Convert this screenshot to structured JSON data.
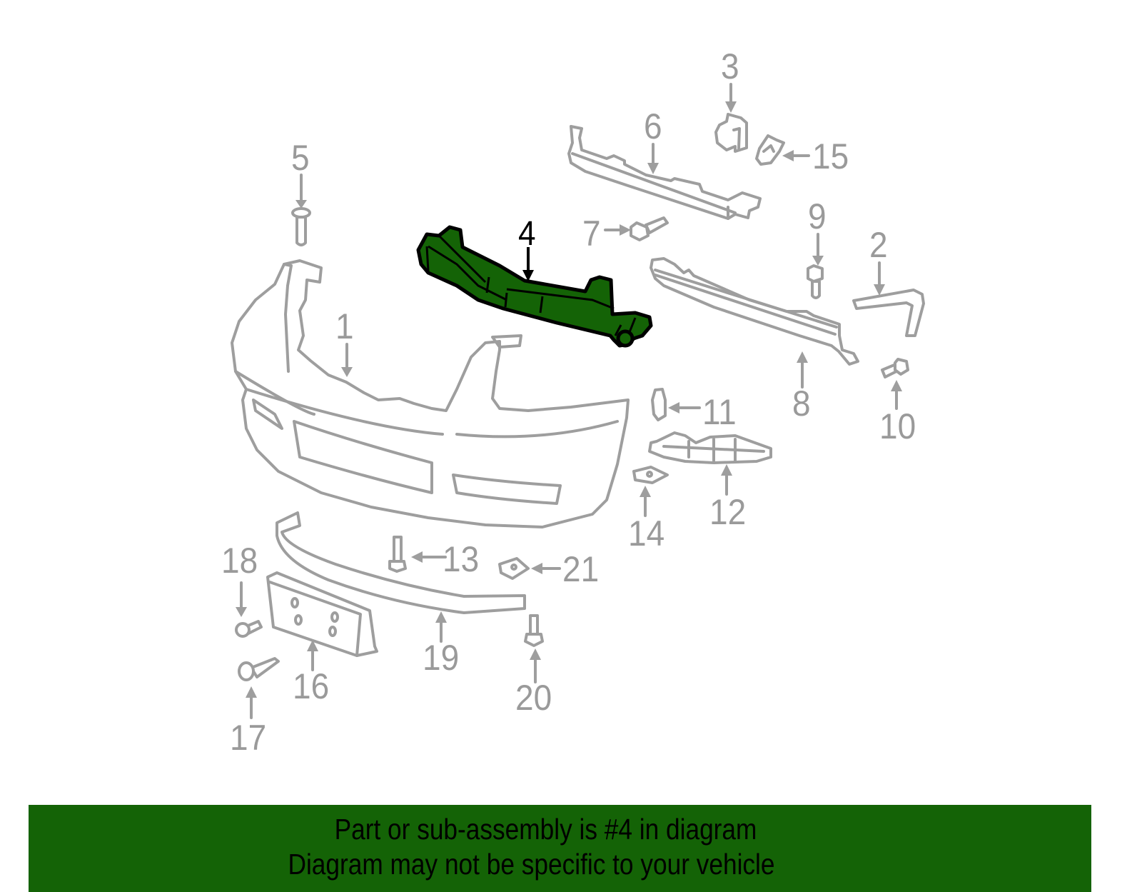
{
  "diagram": {
    "title": "Front bumper assembly exploded parts diagram",
    "highlighted_part": "4",
    "highlight_color": "#146306",
    "callout_color": "#9a9a9a",
    "callouts": [
      {
        "id": "1",
        "label": "1",
        "part": "bumper-cover"
      },
      {
        "id": "2",
        "label": "2",
        "part": "bracket"
      },
      {
        "id": "3",
        "label": "3",
        "part": "clip"
      },
      {
        "id": "4",
        "label": "4",
        "part": "absorber-bracket",
        "highlighted": true
      },
      {
        "id": "5",
        "label": "5",
        "part": "push-rivet"
      },
      {
        "id": "6",
        "label": "6",
        "part": "upper-absorber"
      },
      {
        "id": "7",
        "label": "7",
        "part": "bolt"
      },
      {
        "id": "8",
        "label": "8",
        "part": "reinforcement-beam"
      },
      {
        "id": "9",
        "label": "9",
        "part": "bolt"
      },
      {
        "id": "10",
        "label": "10",
        "part": "bolt"
      },
      {
        "id": "11",
        "label": "11",
        "part": "clip"
      },
      {
        "id": "12",
        "label": "12",
        "part": "side-support"
      },
      {
        "id": "13",
        "label": "13",
        "part": "bolt"
      },
      {
        "id": "14",
        "label": "14",
        "part": "nut"
      },
      {
        "id": "15",
        "label": "15",
        "part": "clip"
      },
      {
        "id": "16",
        "label": "16",
        "part": "license-bracket"
      },
      {
        "id": "17",
        "label": "17",
        "part": "screw"
      },
      {
        "id": "18",
        "label": "18",
        "part": "rivet"
      },
      {
        "id": "19",
        "label": "19",
        "part": "lower-spoiler"
      },
      {
        "id": "20",
        "label": "20",
        "part": "bolt"
      },
      {
        "id": "21",
        "label": "21",
        "part": "nut"
      }
    ]
  },
  "banner": {
    "background": "#146306",
    "line1": "Part or sub-assembly is #4 in diagram",
    "line2": "Diagram may not be specific to your vehicle"
  }
}
